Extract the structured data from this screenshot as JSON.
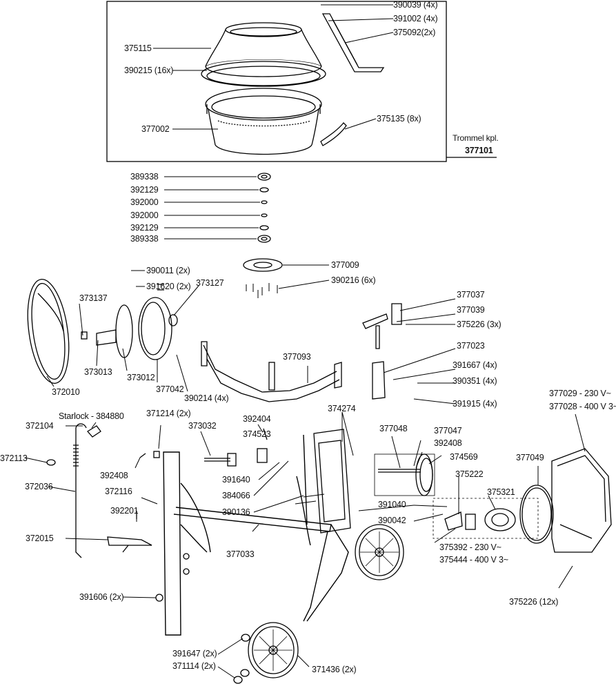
{
  "assembly": {
    "title": "Trommel kpl.",
    "number": "377101"
  },
  "labels": {
    "p390039": "390039 (4x)",
    "p391002": "391002 (4x)",
    "p375092": "375092(2x)",
    "p375115": "375115",
    "p390215": "390215 (16x)",
    "p377002": "377002",
    "p375135": "375135 (8x)",
    "w389338a": "389338",
    "w392129a": "392129",
    "w392000a": "392000",
    "w392000b": "392000",
    "w392129b": "392129",
    "w389338b": "389338",
    "p377009": "377009",
    "p390216": "390216 (6x)",
    "p390011": "390011 (2x)",
    "p391620": "391620 (2x)",
    "p373127": "373127",
    "p373137": "373137",
    "p373013": "373013",
    "p372010": "372010",
    "p373012": "373012",
    "p377042": "377042",
    "p390214": "390214 (4x)",
    "p377093": "377093",
    "p377037": "377037",
    "p377039": "377039",
    "p375226a": "375226 (3x)",
    "p377023": "377023",
    "p391667": "391667 (4x)",
    "p390351": "390351 (4x)",
    "p391915": "391915 (4x)",
    "p372104": "372104",
    "starlock": "Starlock - 384880",
    "p371214": "371214 (2x)",
    "p373032": "373032",
    "p392404": "392404",
    "p374523": "374523",
    "p374274": "374274",
    "p377048": "377048",
    "p377047": "377047",
    "p392408a": "392408",
    "p374569": "374569",
    "p377049": "377049",
    "p377029": "377029 - 230 V~",
    "p377028": "377028 - 400 V 3~",
    "p372113": "372113",
    "p392408b": "392408",
    "p391640": "391640",
    "p375222": "375222",
    "p372036": "372036",
    "p372116": "372116",
    "p384066": "384066",
    "p375321": "375321",
    "p391040": "391040",
    "p392201": "392201",
    "p390136": "390136",
    "p390042": "390042",
    "p372015": "372015",
    "p377033": "377033",
    "p375392": "375392 - 230 V~",
    "p375444": "375444 - 400 V 3~",
    "p391606": "391606 (2x)",
    "p375226b": "375226 (12x)",
    "p391647": "391647 (2x)",
    "p371114": "371114 (2x)",
    "p371436": "371436 (2x)"
  }
}
